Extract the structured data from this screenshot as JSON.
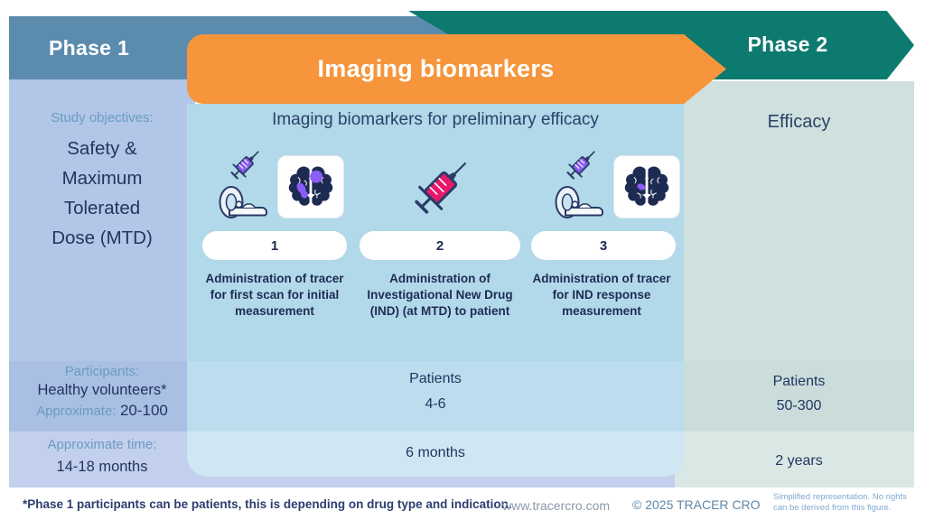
{
  "banners": {
    "phase1": "Phase 1",
    "imaging": "Imaging biomarkers",
    "phase2": "Phase 2"
  },
  "colors": {
    "phase1_band": "#5B8CAD",
    "phase2_band": "#0D7A6F",
    "imaging_banner": "#F6953C",
    "navy_text": "#223560",
    "steel_label": "#6A9CC4",
    "tracer_purple": "#8A5CF0",
    "ind_pink": "#E7196C"
  },
  "left_column": {
    "objectives_label": "Study objectives:",
    "objectives_lines": [
      "Safety &",
      "Maximum",
      "Tolerated",
      "Dose (MTD)"
    ],
    "participants_label": "Participants:",
    "participants_value": "Healthy volunteers*",
    "approximate_label": "Approximate:",
    "approximate_value": "20-100",
    "time_label": "Approximate time:",
    "time_value": "14-18 months"
  },
  "middle_column": {
    "title": "Imaging biomarkers for preliminary efficacy",
    "steps": [
      {
        "number": "1",
        "icons": [
          "syringe-purple-icon",
          "mri-scanner-icon",
          "brain-tracer-icon"
        ],
        "description": "Administration of tracer for first scan for initial measurement"
      },
      {
        "number": "2",
        "icons": [
          "syringe-pink-icon"
        ],
        "description": "Administration of Investigational New Drug (IND) (at MTD) to patient"
      },
      {
        "number": "3",
        "icons": [
          "syringe-purple-icon",
          "mri-scanner-icon",
          "brain-response-icon"
        ],
        "description": "Administration of tracer for IND response measurement"
      }
    ],
    "participants_line1": "Patients",
    "participants_line2": "4-6",
    "time_value": "6 months"
  },
  "right_column": {
    "title": "Efficacy",
    "participants_line1": "Patients",
    "participants_line2": "50-300",
    "time_value": "2 years"
  },
  "footer": {
    "disclaimer": "*Phase 1 participants can be patients, this is depending on drug type and indication.",
    "website": "www.tracercro.com",
    "copyright": "© 2025 TRACER CRO",
    "note_line1": "Simplified representation. No rights",
    "note_line2": "can be derived from this figure."
  }
}
